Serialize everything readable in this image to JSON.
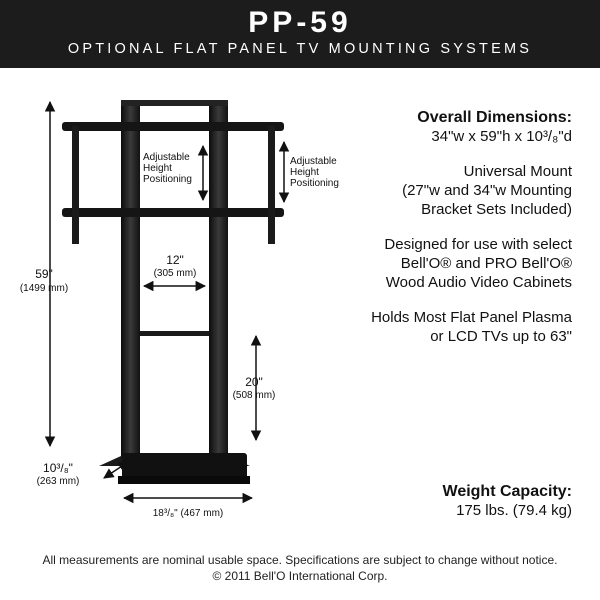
{
  "banner": {
    "model": "PP-59",
    "subtitle": "OPTIONAL FLAT PANEL TV MOUNTING SYSTEMS"
  },
  "specs": {
    "overall_heading": "Overall Dimensions:",
    "overall_value": "34\"w x 59\"h x 10³/₈\"d",
    "universal_line1": "Universal Mount",
    "universal_line2": "(27\"w and 34\"w Mounting",
    "universal_line3": "Bracket Sets Included)",
    "designed_line1": "Designed for use with select",
    "designed_line2": "Bell'O® and PRO Bell'O®",
    "designed_line3": "Wood Audio Video Cabinets",
    "holds_line1": "Holds Most Flat Panel Plasma",
    "holds_line2": "or LCD TVs up to 63\""
  },
  "weight": {
    "heading": "Weight Capacity:",
    "value": "175 lbs. (79.4 kg)"
  },
  "dimensions": {
    "height_in": "59\"",
    "height_mm": "(1499 mm)",
    "adjust_left_1": "Adjustable",
    "adjust_left_2": "Height",
    "adjust_left_3": "Positioning",
    "adjust_right_1": "Adjustable",
    "adjust_right_2": "Height",
    "adjust_right_3": "Positioning",
    "width_in": "12\"",
    "width_mm": "(305 mm)",
    "shelf_in": "20\"",
    "shelf_mm": "(508 mm)",
    "depth_in": "10³/₈\"",
    "depth_mm": "(263 mm)",
    "base_label": "18³/₈\" (467 mm)"
  },
  "footer": {
    "line1": "All measurements are nominal usable space. Specifications are subject to change without notice.",
    "line2": "© 2011 Bell'O International Corp."
  }
}
